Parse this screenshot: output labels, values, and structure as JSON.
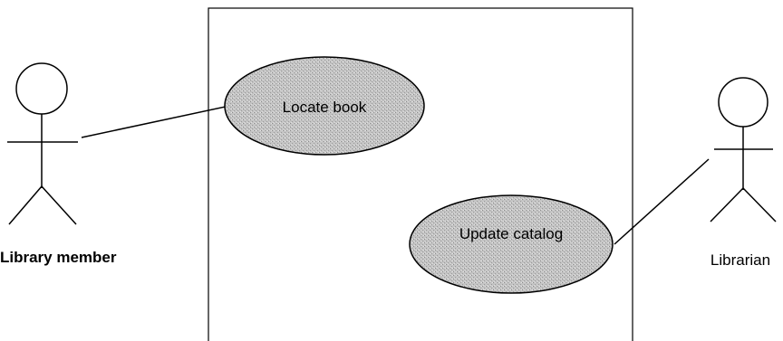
{
  "diagram": {
    "actors": [
      {
        "id": "library-member",
        "name": "Library\nmember"
      },
      {
        "id": "librarian",
        "name": "Librarian"
      }
    ],
    "use_cases": [
      {
        "id": "locate-book",
        "name": "Locate book",
        "connected_to": "library-member"
      },
      {
        "id": "update-catalog",
        "name": "Update\ncatalog",
        "connected_to": "librarian"
      }
    ],
    "colors": {
      "use_case_fill": "#bdbdbd",
      "line": "#000000",
      "background": "#ffffff"
    }
  }
}
